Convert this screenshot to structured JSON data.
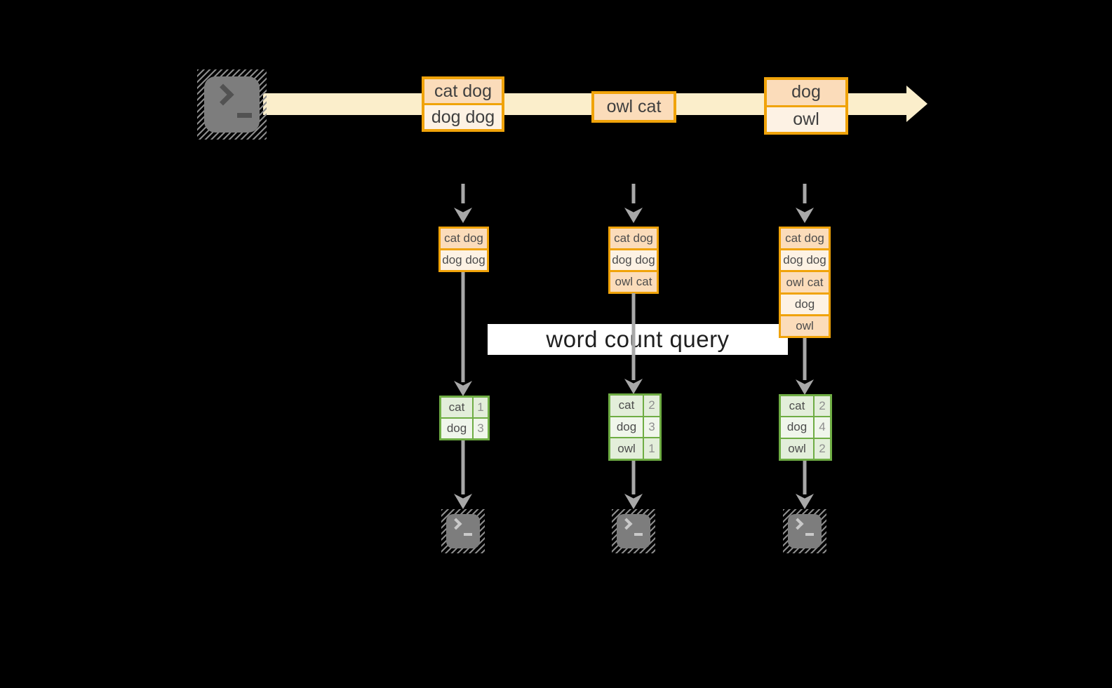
{
  "query": {
    "label": "word count query"
  },
  "stream": {
    "batches": [
      {
        "rows": [
          "cat dog",
          "dog dog"
        ]
      },
      {
        "rows": [
          "owl cat"
        ]
      },
      {
        "rows": [
          "dog",
          "owl"
        ]
      }
    ]
  },
  "columns": [
    {
      "input": {
        "rows": [
          "cat dog",
          "dog dog"
        ]
      },
      "result": {
        "rows": [
          [
            "cat",
            "1"
          ],
          [
            "dog",
            "3"
          ]
        ]
      }
    },
    {
      "input": {
        "rows": [
          "cat dog",
          "dog dog",
          "owl cat"
        ]
      },
      "result": {
        "rows": [
          [
            "cat",
            "2"
          ],
          [
            "dog",
            "3"
          ],
          [
            "owl",
            "1"
          ]
        ]
      }
    },
    {
      "input": {
        "rows": [
          "cat dog",
          "dog dog",
          "owl cat",
          "dog",
          "owl"
        ]
      },
      "result": {
        "rows": [
          [
            "cat",
            "2"
          ],
          [
            "dog",
            "4"
          ],
          [
            "owl",
            "2"
          ]
        ]
      }
    }
  ],
  "icons": {
    "terminal_chevron": "❯",
    "terminal_cursor": "_"
  },
  "colors": {
    "background": "#000000",
    "stream_arrow": "#FBEECB",
    "box_border": "#F0A30A",
    "box_fill_dark": "#FBDCBA",
    "box_fill_light": "#FDF2E4",
    "table_border": "#6FAD44",
    "table_fill_dark": "#E3EEDA",
    "table_fill_light": "#F0F6EB",
    "arrow_gray": "#A8A8A8",
    "terminal_fill": "#7D7D7D",
    "query_band": "#FFFFFF"
  }
}
